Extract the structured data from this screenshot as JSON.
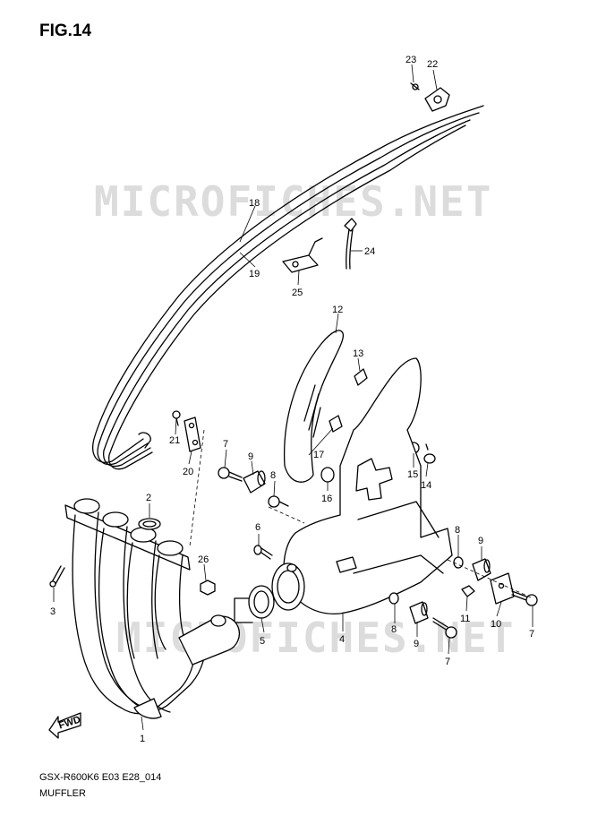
{
  "figure": {
    "title": "FIG.14",
    "model_code": "GSX-R600K6 E03 E28_014",
    "caption": "MUFFLER"
  },
  "watermark": {
    "text": "MICROFICHES.NET"
  },
  "direction_marker": {
    "label": "FWD",
    "icon": "forward-arrow-icon"
  },
  "callouts": {
    "c1": "1",
    "c2": "2",
    "c3": "3",
    "c4": "4",
    "c5": "5",
    "c6": "6",
    "c7a": "7",
    "c7b": "7",
    "c7c": "7",
    "c8a": "8",
    "c8b": "8",
    "c8c": "8",
    "c9a": "9",
    "c9b": "9",
    "c9c": "9",
    "c10": "10",
    "c11": "11",
    "c12": "12",
    "c13": "13",
    "c14": "14",
    "c15": "15",
    "c16": "16",
    "c17": "17",
    "c18": "18",
    "c19": "19",
    "c20": "20",
    "c21": "21",
    "c22": "22",
    "c23": "23",
    "c24": "24",
    "c25": "25",
    "c26": "26"
  },
  "colors": {
    "line": "#000000",
    "watermark": "#dcdcdc",
    "background": "#ffffff"
  }
}
